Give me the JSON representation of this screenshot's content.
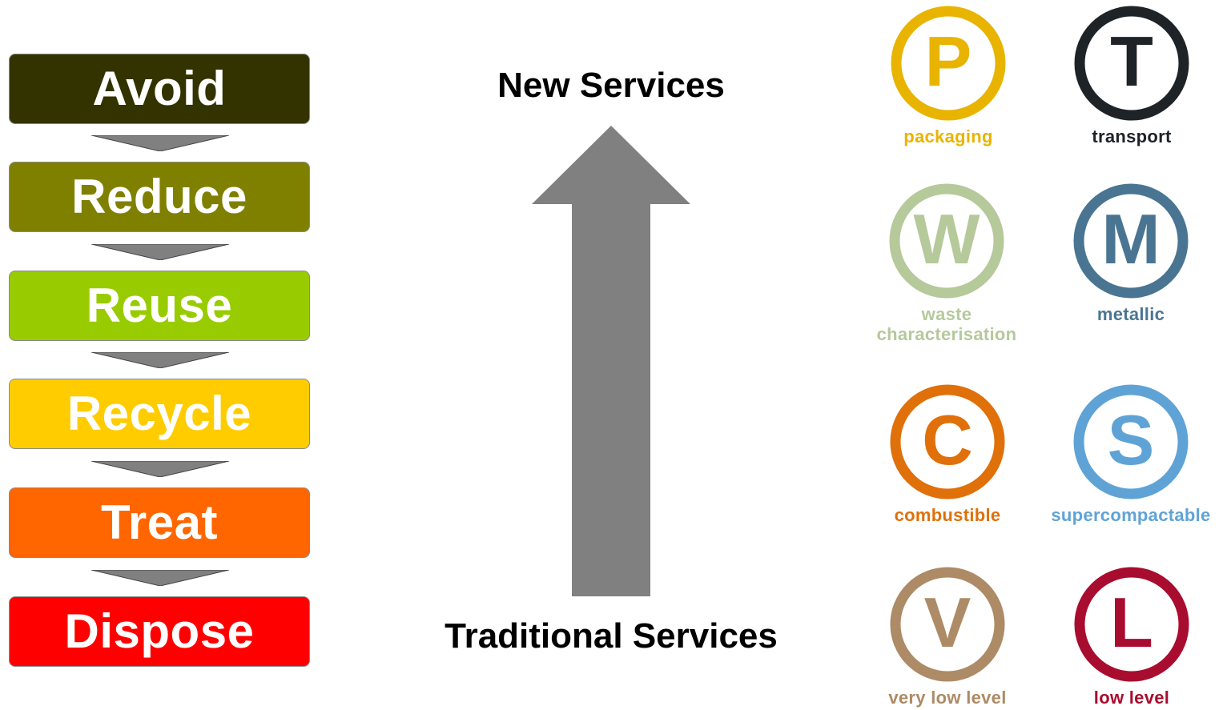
{
  "hierarchy": {
    "steps": [
      {
        "label": "Avoid",
        "color": "#333300"
      },
      {
        "label": "Reduce",
        "color": "#808000"
      },
      {
        "label": "Reuse",
        "color": "#99cc00"
      },
      {
        "label": "Recycle",
        "color": "#ffcc00"
      },
      {
        "label": "Treat",
        "color": "#ff6600"
      },
      {
        "label": "Dispose",
        "color": "#ff0000"
      }
    ],
    "connector_color": "#808080"
  },
  "services_axis": {
    "top_label": "New Services",
    "bottom_label": "Traditional Services",
    "arrow_color": "#808080",
    "arrow_icon": "arrow-up-icon"
  },
  "icons": [
    {
      "letter": "P",
      "caption": "packaging",
      "color": "#e8b400",
      "icon": "packaging-p-icon"
    },
    {
      "letter": "T",
      "caption": "transport",
      "color": "#1e2328",
      "icon": "transport-t-icon"
    },
    {
      "letter": "W",
      "caption": "waste\ncharacterisation",
      "color": "#b5c99a",
      "icon": "waste-characterisation-w-icon"
    },
    {
      "letter": "M",
      "caption": "metallic",
      "color": "#4a7592",
      "icon": "metallic-m-icon"
    },
    {
      "letter": "C",
      "caption": "combustible",
      "color": "#e0700a",
      "icon": "combustible-c-icon"
    },
    {
      "letter": "S",
      "caption": "supercompactable",
      "color": "#5fa3d6",
      "icon": "supercompactable-s-icon"
    },
    {
      "letter": "V",
      "caption": "very low level",
      "color": "#ad8b66",
      "icon": "very-low-level-v-icon"
    },
    {
      "letter": "L",
      "caption": "low level",
      "color": "#a80d2f",
      "icon": "low-level-l-icon"
    }
  ]
}
